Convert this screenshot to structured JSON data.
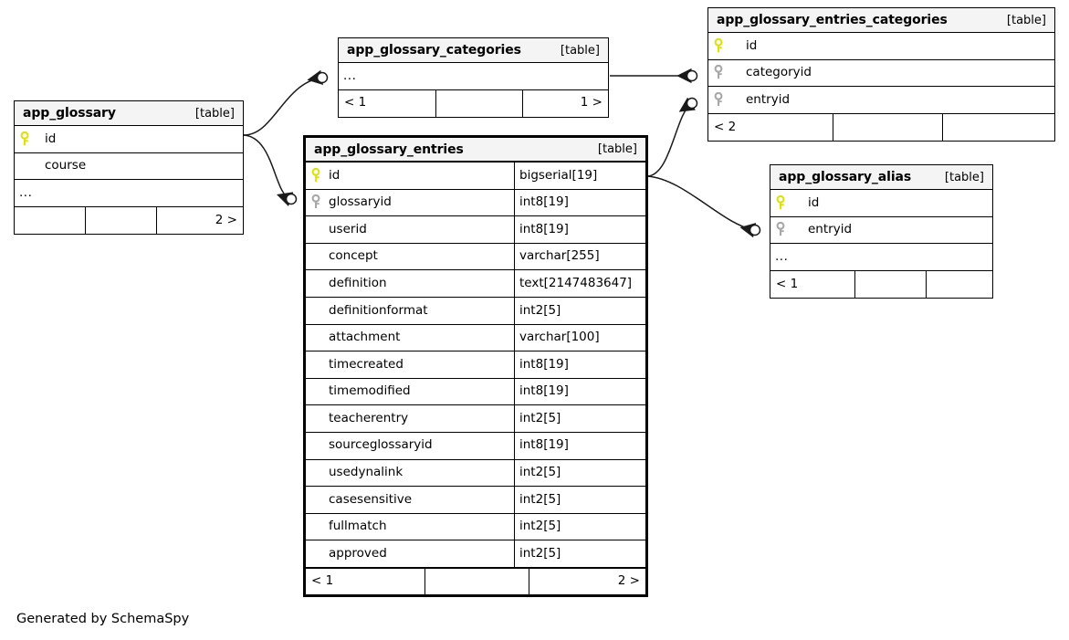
{
  "diagram": {
    "kind_label": "[table]",
    "ellipsis": "...",
    "credit": "Generated by SchemaSpy",
    "colors": {
      "primary_key": "#e8e80f",
      "foreign_key": "#a8a8a8",
      "header_bg": "#f4f4f4",
      "border": "#000000",
      "edge": "#1a1a1a",
      "background": "#ffffff"
    }
  },
  "tables": {
    "app_glossary": {
      "name": "app_glossary",
      "kind": "[table]",
      "columns": [
        {
          "key": "primary-key",
          "name": "id",
          "type": ""
        },
        {
          "key": "none",
          "name": "course",
          "type": ""
        }
      ],
      "has_ellipsis": true,
      "footer": {
        "left": "",
        "center": "",
        "right": "2 >"
      }
    },
    "app_glossary_categories": {
      "name": "app_glossary_categories",
      "kind": "[table]",
      "columns": [],
      "has_ellipsis": true,
      "footer": {
        "left": "< 1",
        "center": "",
        "right": "1 >"
      }
    },
    "app_glossary_entries_categories": {
      "name": "app_glossary_entries_categories",
      "kind": "[table]",
      "columns": [
        {
          "key": "primary-key",
          "name": "id",
          "type": ""
        },
        {
          "key": "foreign-key",
          "name": "categoryid",
          "type": ""
        },
        {
          "key": "foreign-key",
          "name": "entryid",
          "type": ""
        }
      ],
      "has_ellipsis": false,
      "footer": {
        "left": "< 2",
        "center": "",
        "right": ""
      }
    },
    "app_glossary_alias": {
      "name": "app_glossary_alias",
      "kind": "[table]",
      "columns": [
        {
          "key": "primary-key",
          "name": "id",
          "type": ""
        },
        {
          "key": "foreign-key",
          "name": "entryid",
          "type": ""
        }
      ],
      "has_ellipsis": true,
      "footer": {
        "left": "< 1",
        "center": "",
        "right": ""
      }
    },
    "app_glossary_entries": {
      "name": "app_glossary_entries",
      "kind": "[table]",
      "columns": [
        {
          "key": "primary-key",
          "name": "id",
          "type": "bigserial[19]"
        },
        {
          "key": "foreign-key",
          "name": "glossaryid",
          "type": "int8[19]"
        },
        {
          "key": "none",
          "name": "userid",
          "type": "int8[19]"
        },
        {
          "key": "none",
          "name": "concept",
          "type": "varchar[255]"
        },
        {
          "key": "none",
          "name": "definition",
          "type": "text[2147483647]"
        },
        {
          "key": "none",
          "name": "definitionformat",
          "type": "int2[5]"
        },
        {
          "key": "none",
          "name": "attachment",
          "type": "varchar[100]"
        },
        {
          "key": "none",
          "name": "timecreated",
          "type": "int8[19]"
        },
        {
          "key": "none",
          "name": "timemodified",
          "type": "int8[19]"
        },
        {
          "key": "none",
          "name": "teacherentry",
          "type": "int2[5]"
        },
        {
          "key": "none",
          "name": "sourceglossaryid",
          "type": "int8[19]"
        },
        {
          "key": "none",
          "name": "usedynalink",
          "type": "int2[5]"
        },
        {
          "key": "none",
          "name": "casesensitive",
          "type": "int2[5]"
        },
        {
          "key": "none",
          "name": "fullmatch",
          "type": "int2[5]"
        },
        {
          "key": "none",
          "name": "approved",
          "type": "int2[5]"
        }
      ],
      "has_ellipsis": false,
      "footer": {
        "left": "< 1",
        "center": "",
        "right": "2 >"
      }
    }
  },
  "relationships": [
    {
      "from": "app_glossary.id",
      "to": "app_glossary_categories"
    },
    {
      "from": "app_glossary.id",
      "to": "app_glossary_entries.glossaryid"
    },
    {
      "from": "app_glossary_categories",
      "to": "app_glossary_entries_categories.categoryid"
    },
    {
      "from": "app_glossary_entries.id",
      "to": "app_glossary_entries_categories.entryid"
    },
    {
      "from": "app_glossary_entries.id",
      "to": "app_glossary_alias.entryid"
    }
  ]
}
